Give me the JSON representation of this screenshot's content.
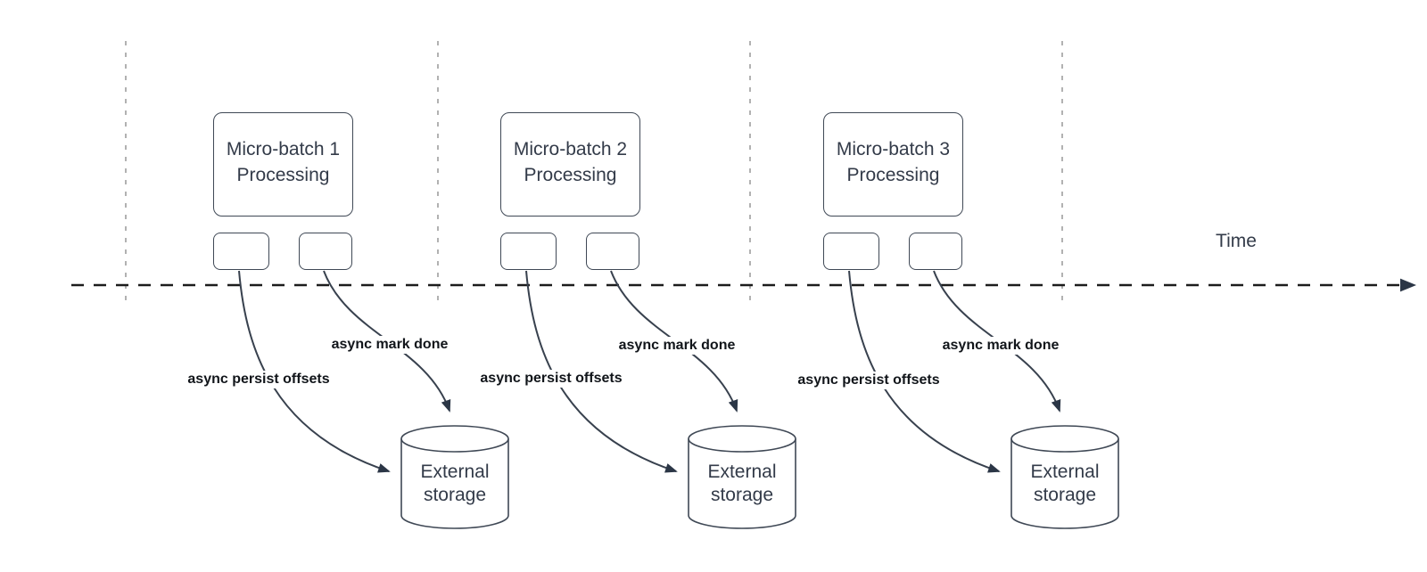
{
  "diagram": {
    "time_label": "Time",
    "batches": [
      {
        "title_line1": "Micro-batch 1",
        "title_line2": "Processing",
        "persist_label": "async persist offsets",
        "done_label": "async mark done",
        "storage_line1": "External",
        "storage_line2": "storage"
      },
      {
        "title_line1": "Micro-batch 2",
        "title_line2": "Processing",
        "persist_label": "async persist offsets",
        "done_label": "async mark done",
        "storage_line1": "External",
        "storage_line2": "storage"
      },
      {
        "title_line1": "Micro-batch 3",
        "title_line2": "Processing",
        "persist_label": "async persist offsets",
        "done_label": "async mark done",
        "storage_line1": "External",
        "storage_line2": "storage"
      }
    ],
    "colors": {
      "shape_stroke": "#3f4855",
      "edge_stroke": "#38414e",
      "arrowhead": "#2b3646",
      "node_text": "#333b49",
      "edge_label_text": "#11151a",
      "guide_line": "#a9a9a9",
      "timeline": "#1c1c1c",
      "background": "#ffffff"
    }
  }
}
